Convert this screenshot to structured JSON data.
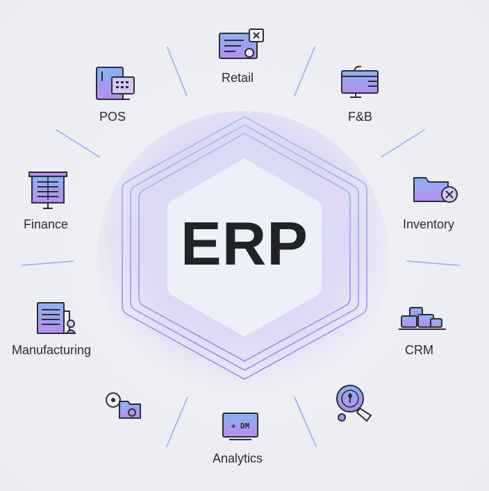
{
  "center": {
    "title": "ERP"
  },
  "modules": [
    {
      "label": "Retail",
      "icon": "id-card-icon"
    },
    {
      "label": "F&B",
      "icon": "monitor-icon"
    },
    {
      "label": "Inventory",
      "icon": "folder-remove-icon"
    },
    {
      "label": "CRM",
      "icon": "boxes-icon"
    },
    {
      "label": "",
      "icon": "magnifier-icon"
    },
    {
      "label": "Analytics",
      "icon": "dashboard-screen-icon"
    },
    {
      "label": "",
      "icon": "folder-settings-icon"
    },
    {
      "label": "Manufacturing",
      "icon": "factory-building-icon"
    },
    {
      "label": "Finance",
      "icon": "ledger-board-icon"
    },
    {
      "label": "POS",
      "icon": "pos-terminal-icon"
    }
  ],
  "analytics_screen_text": "+ DM",
  "colors": {
    "accent_blue": "#7fb0ea",
    "accent_purple": "#b98cf0",
    "line": "#8d9cf0",
    "stroke": "#2b2d33"
  }
}
